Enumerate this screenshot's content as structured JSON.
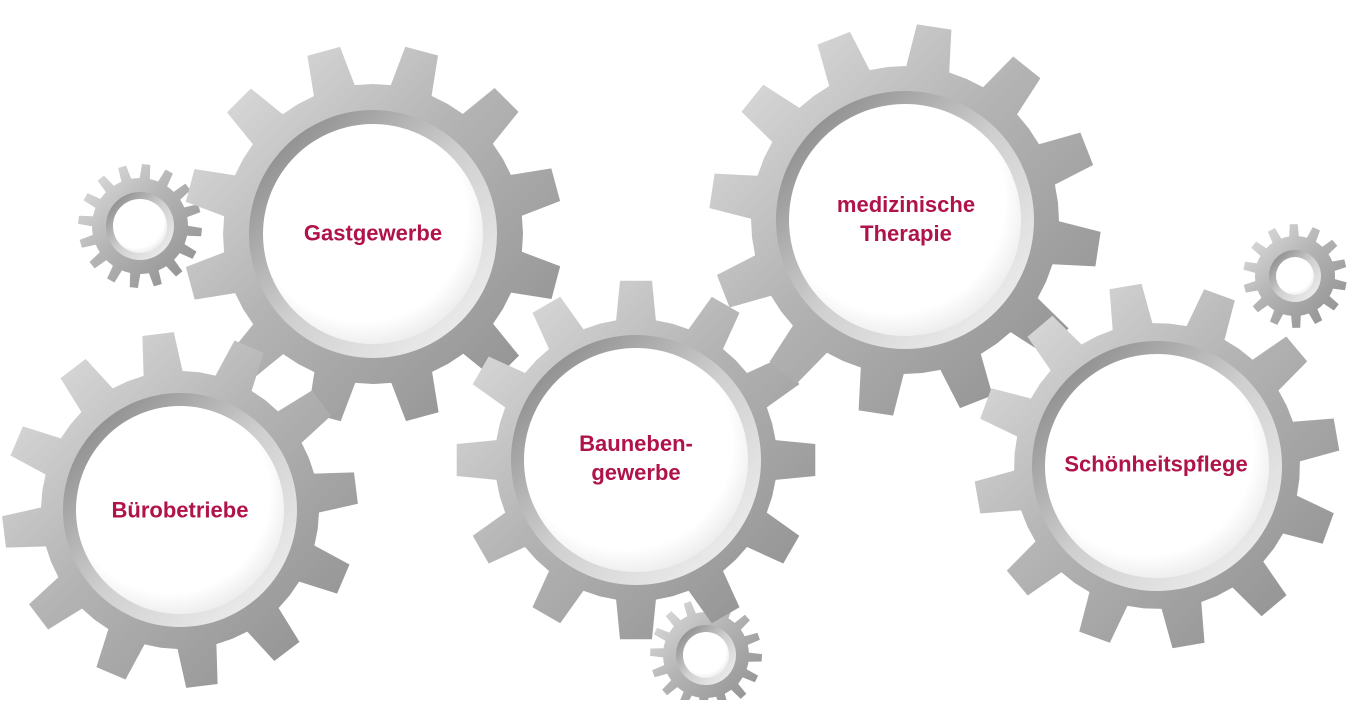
{
  "colors": {
    "label": "#b0124a",
    "gear_light": "#dcdcdc",
    "gear_dark": "#8a8a8a",
    "hub_fill": "#ffffff"
  },
  "gears": [
    {
      "id": "gastgewerbe",
      "lines": [
        "Gastgewerbe"
      ]
    },
    {
      "id": "buerobetriebe",
      "lines": [
        "Bürobetriebe"
      ]
    },
    {
      "id": "baunebengewerbe",
      "lines": [
        "Bauneben-",
        "gewerbe"
      ]
    },
    {
      "id": "medizinische-therapie",
      "lines": [
        "medizinische",
        "Therapie"
      ]
    },
    {
      "id": "schoenheitspflege",
      "lines": [
        "Schönheitspflege"
      ]
    }
  ],
  "small_gears": [
    {
      "id": "small-gear-left"
    },
    {
      "id": "small-gear-right"
    },
    {
      "id": "small-gear-bottom"
    }
  ]
}
